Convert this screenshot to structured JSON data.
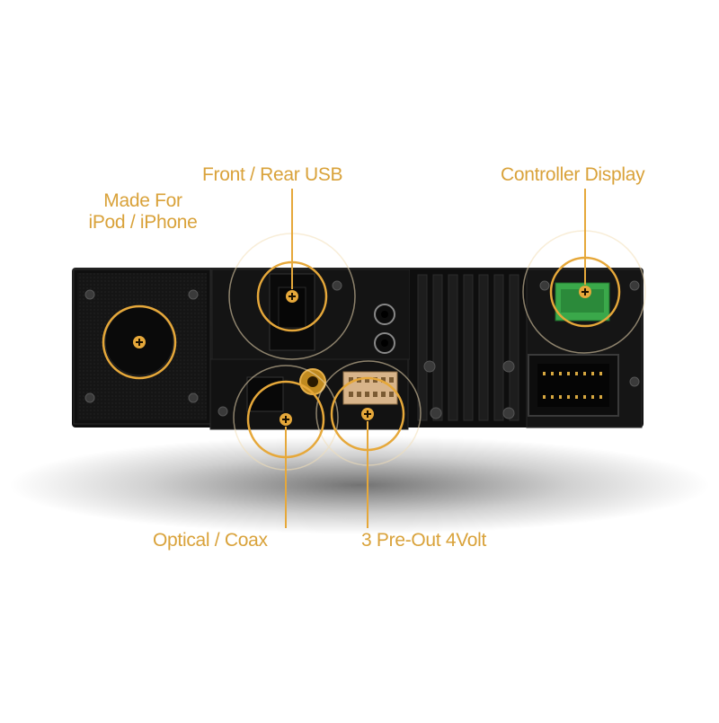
{
  "image": {
    "subject": "car-stereo-head-unit-rear-panel",
    "accent_color": "#e6a83a",
    "body_color": "#141414",
    "background_color": "#ffffff"
  },
  "callouts": [
    {
      "id": "made-for-ipod",
      "lines": [
        "Made For",
        "iPod / iPhone"
      ]
    },
    {
      "id": "front-rear-usb",
      "lines": [
        "Front / Rear USB"
      ]
    },
    {
      "id": "controller-display",
      "lines": [
        "Controller Display"
      ]
    },
    {
      "id": "optical-coax",
      "lines": [
        "Optical / Coax"
      ]
    },
    {
      "id": "pre-out",
      "lines": [
        "3 Pre-Out 4Volt"
      ]
    }
  ]
}
